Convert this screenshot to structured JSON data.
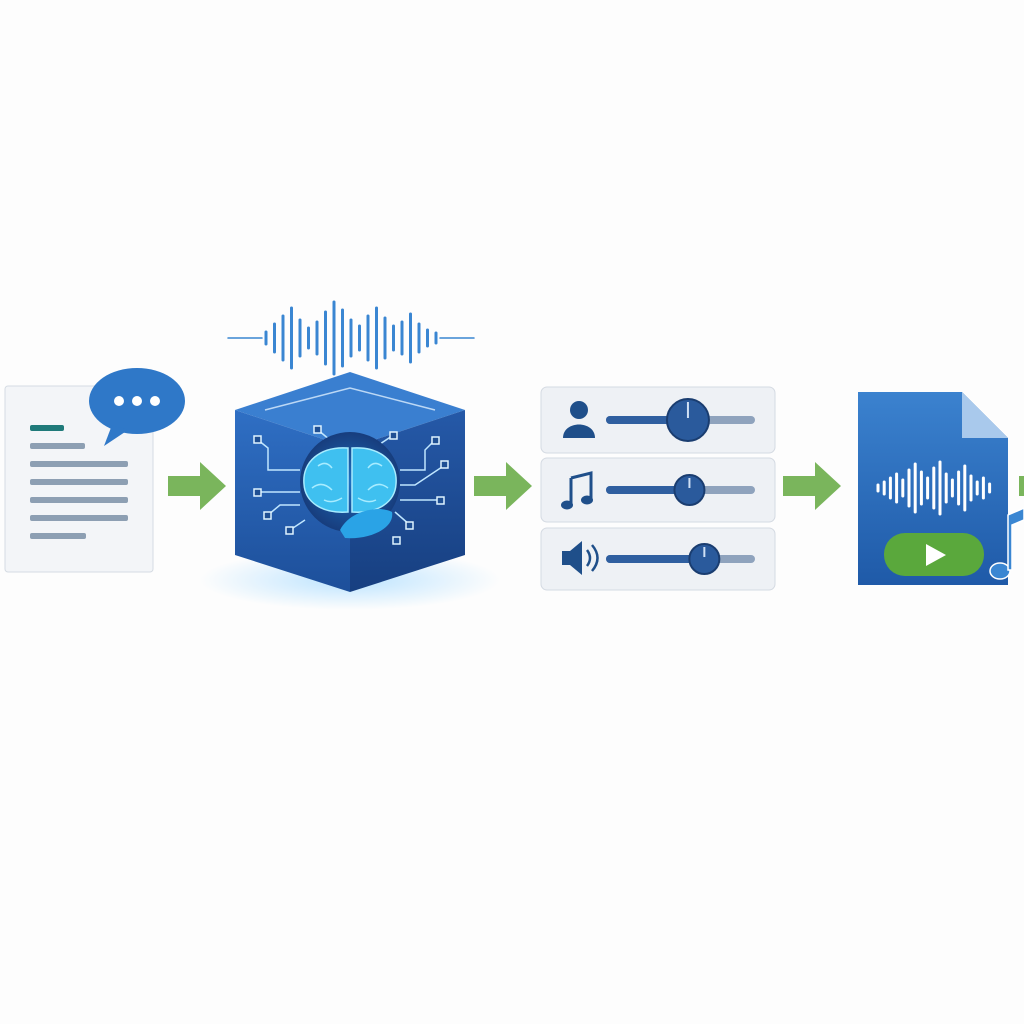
{
  "colors": {
    "background": "#fdfdfd",
    "primary_blue": "#2f6fbf",
    "dark_blue": "#1f4f93",
    "arrow_green": "#7ab55c",
    "play_green": "#5aa83c",
    "accent_teal": "#1f7a7a",
    "brain_cyan": "#3fc0f0"
  },
  "pipeline": {
    "steps": [
      {
        "name": "text-document",
        "icon": "document-with-speech-bubble-icon"
      },
      {
        "name": "ai-model",
        "icon": "brain-cube-icon"
      },
      {
        "name": "voice-settings",
        "icon": "sliders-icon"
      },
      {
        "name": "audio-output",
        "icon": "audio-file-icon"
      }
    ],
    "arrow_icon": "arrow-right-icon"
  },
  "sliders": [
    {
      "icon": "person-icon",
      "value": 0.55
    },
    {
      "icon": "music-note-icon",
      "value": 0.56
    },
    {
      "icon": "speaker-icon",
      "value": 0.66
    }
  ]
}
